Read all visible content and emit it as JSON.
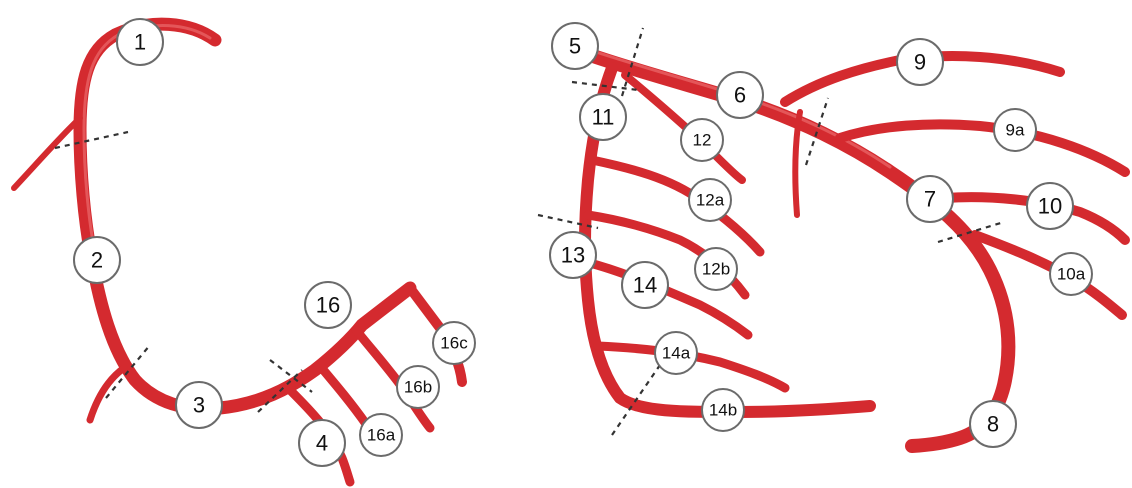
{
  "colors": {
    "vessel": "#d42a2f",
    "vessel_highlight": "#f07a7c",
    "label_border": "#6b6b6b"
  },
  "segments": {
    "s1": "1",
    "s2": "2",
    "s3": "3",
    "s4": "4",
    "s16": "16",
    "s16a": "16a",
    "s16b": "16b",
    "s16c": "16c",
    "s5": "5",
    "s6": "6",
    "s7": "7",
    "s8": "8",
    "s9": "9",
    "s9a": "9a",
    "s10": "10",
    "s10a": "10a",
    "s11": "11",
    "s12": "12",
    "s12a": "12a",
    "s12b": "12b",
    "s13": "13",
    "s14": "14",
    "s14a": "14a",
    "s14b": "14b"
  }
}
